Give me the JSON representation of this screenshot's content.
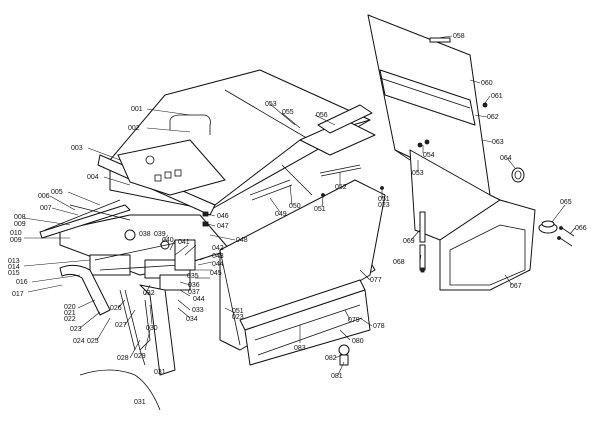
{
  "part_numbers": [
    "001",
    "002",
    "003",
    "004",
    "005",
    "006",
    "007",
    "008",
    "009",
    "010",
    "009",
    "013",
    "014",
    "015",
    "016",
    "017",
    "020",
    "021",
    "022",
    "023",
    "024",
    "025",
    "026",
    "027",
    "028",
    "029",
    "030",
    "031",
    "031",
    "032",
    "033",
    "034",
    "035",
    "036",
    "037",
    "038",
    "039",
    "040",
    "041",
    "042",
    "043",
    "044",
    "044",
    "045",
    "046",
    "047",
    "048",
    "049",
    "050",
    "051",
    "052",
    "053",
    "053",
    "054",
    "055",
    "056",
    "058",
    "060",
    "061",
    "062",
    "063",
    "064",
    "065",
    "066",
    "067",
    "068",
    "069",
    "077",
    "078",
    "079",
    "080",
    "081",
    "082",
    "083",
    "051",
    "023",
    "051",
    "023"
  ]
}
